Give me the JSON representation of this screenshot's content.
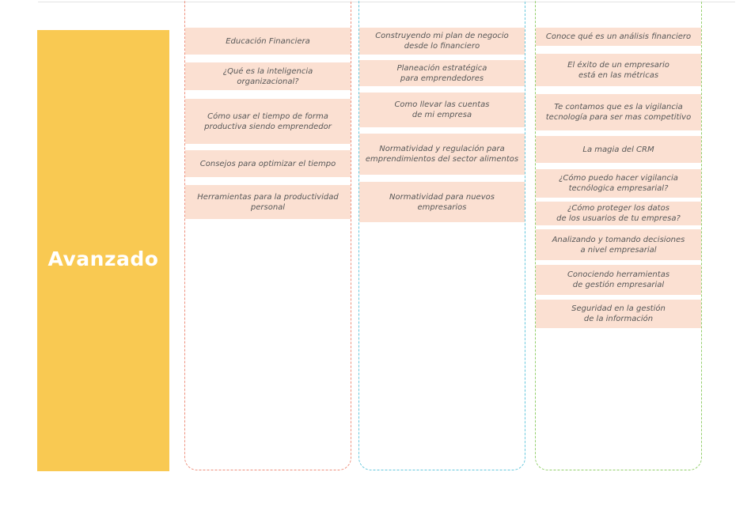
{
  "level": {
    "title": "Avanzado",
    "color": "#f9c952"
  },
  "columns": [
    {
      "border_color": "#ee8f7c",
      "cards": [
        "Educación Financiera",
        "¿Qué es la inteligencia\norganizacional?",
        "Cómo usar el tiempo de forma\nproductiva siendo emprendedor",
        "Consejos para optimizar el tiempo",
        "Herramientas para la productividad\npersonal"
      ]
    },
    {
      "border_color": "#66c8dd",
      "cards": [
        "Construyendo mi plan de negocio\ndesde lo financiero",
        "Planeación estratégica\npara emprendedores",
        "Como llevar las cuentas\nde mi empresa",
        "Normatividad y regulación para\nemprendimientos del sector alimentos",
        "Normatividad para nuevos\nempresarios"
      ]
    },
    {
      "border_color": "#93cf6c",
      "cards": [
        "Conoce qué es un análisis financiero",
        "El éxito de un empresario\nestá en las métricas",
        "Te contamos que es la vigilancia\ntecnología para ser mas competitivo",
        "La magia del CRM",
        "¿Cómo puedo hacer vigilancia\ntecnólogica empresarial?",
        "¿Cómo proteger los datos\nde los usuarios de tu empresa?",
        "Analizando y tomando decisiones\na nivel empresarial",
        "Conociendo herramientas\nde gestión empresarial",
        "Seguridad en la gestión\nde la información"
      ]
    }
  ],
  "colors": {
    "card_bg": "#fbe0d2",
    "card_text": "#585858"
  }
}
